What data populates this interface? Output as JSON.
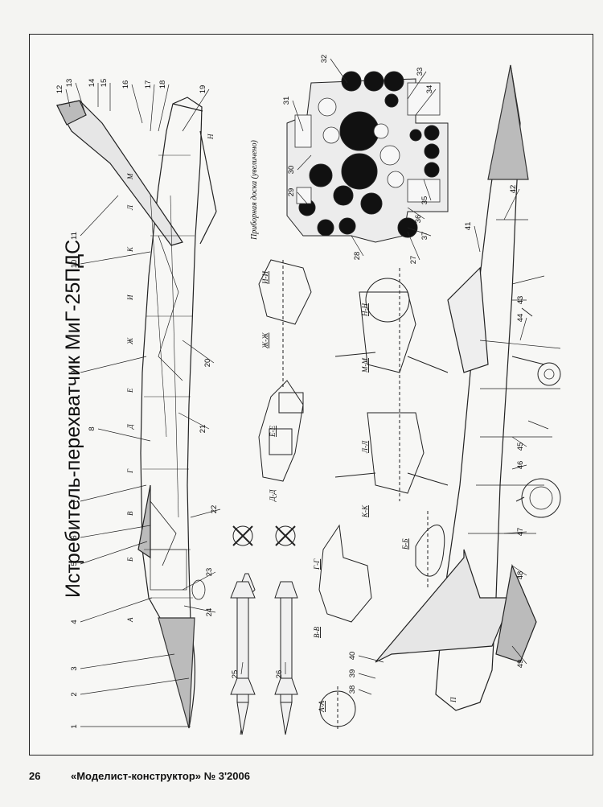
{
  "title": "Истребитель-перехватчик МиГ-25ПДС",
  "footer": {
    "page_number": "26",
    "publication": "«Моделист-конструктор» № 3'2006"
  },
  "panel_note": "Приборная доска (увеличено)",
  "callouts": [
    "1",
    "2",
    "3",
    "4",
    "5",
    "6",
    "7",
    "8",
    "9",
    "10",
    "11",
    "12",
    "13",
    "14",
    "15",
    "16",
    "17",
    "18",
    "19",
    "20",
    "21",
    "22",
    "23",
    "24",
    "25",
    "26",
    "27",
    "28",
    "29",
    "30",
    "31",
    "32",
    "33",
    "34",
    "35",
    "36",
    "37",
    "38",
    "39",
    "40",
    "41",
    "42",
    "43",
    "44",
    "45",
    "46",
    "47",
    "48",
    "49"
  ],
  "station_marks": [
    "А",
    "Б",
    "В",
    "Г",
    "Д",
    "Е",
    "Ж",
    "И",
    "К",
    "Л",
    "М",
    "Н",
    "П"
  ],
  "section_labels": [
    "А-А",
    "Б-Б",
    "В-В",
    "Г-Г",
    "Д-Д",
    "Е-Е",
    "Ж-Ж",
    "И-И",
    "К-К",
    "Л-Л",
    "М-М",
    "Н-Н"
  ]
}
